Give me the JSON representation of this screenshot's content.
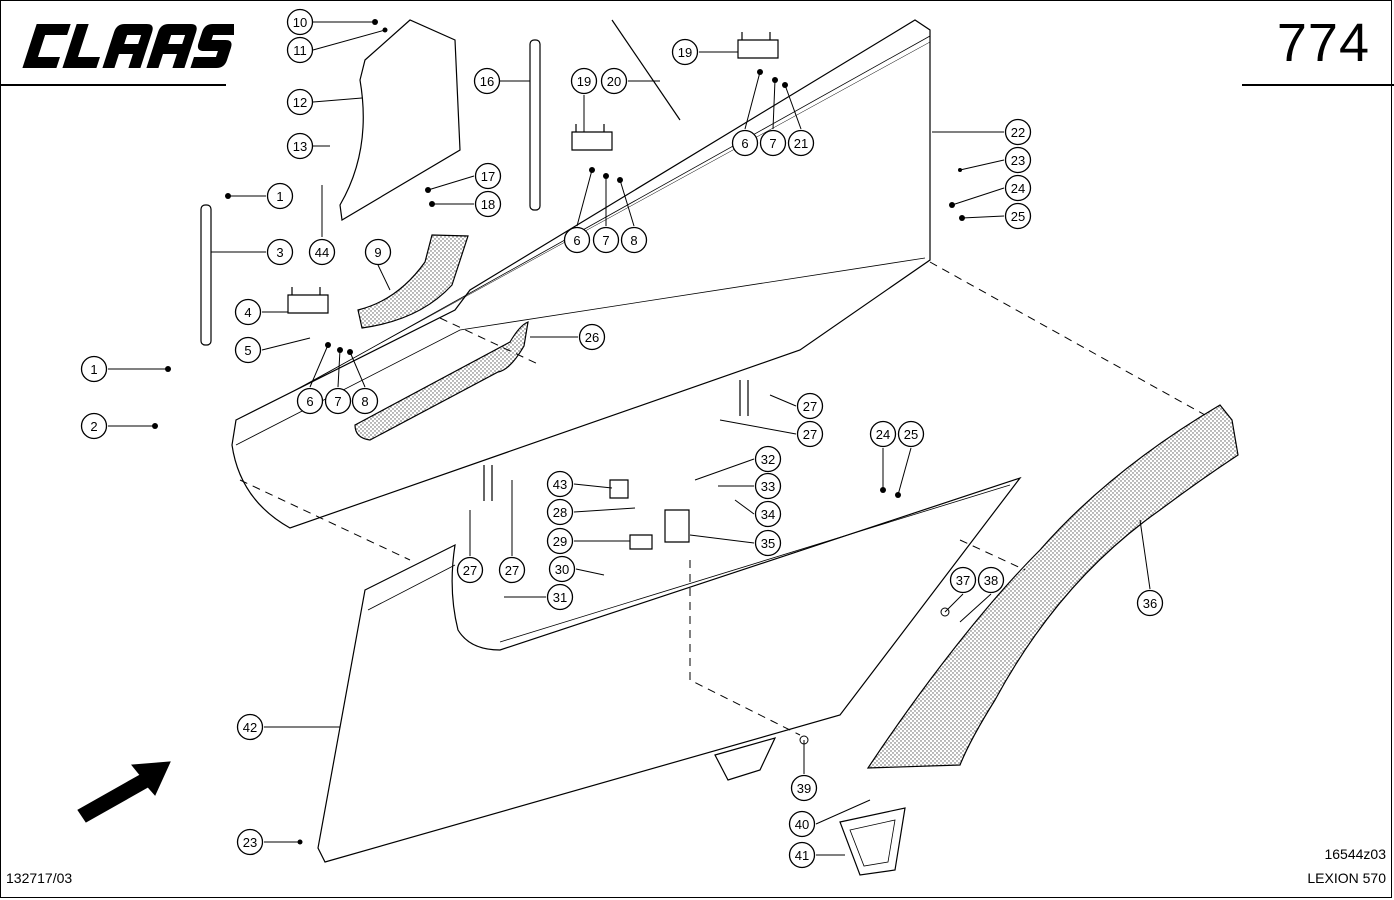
{
  "brand": "CLAAS",
  "page_number": "774",
  "drawing_id": "16544z03",
  "model": "LEXION 570",
  "document_number": "132717/03",
  "callouts": [
    {
      "id": "c10a",
      "label": "10"
    },
    {
      "id": "c11a",
      "label": "11"
    },
    {
      "id": "c12a",
      "label": "12"
    },
    {
      "id": "c13a",
      "label": "13"
    },
    {
      "id": "c1a",
      "label": "1"
    },
    {
      "id": "c3a",
      "label": "3"
    },
    {
      "id": "c44a",
      "label": "44"
    },
    {
      "id": "c17a",
      "label": "17"
    },
    {
      "id": "c18a",
      "label": "18"
    },
    {
      "id": "c16a",
      "label": "16"
    },
    {
      "id": "c19a",
      "label": "19"
    },
    {
      "id": "c20a",
      "label": "20"
    },
    {
      "id": "c19b",
      "label": "19"
    },
    {
      "id": "c6a",
      "label": "6"
    },
    {
      "id": "c7a",
      "label": "7"
    },
    {
      "id": "c21a",
      "label": "21"
    },
    {
      "id": "c6b",
      "label": "6"
    },
    {
      "id": "c7b",
      "label": "7"
    },
    {
      "id": "c8a",
      "label": "8"
    },
    {
      "id": "c22a",
      "label": "22"
    },
    {
      "id": "c23a",
      "label": "23"
    },
    {
      "id": "c24a",
      "label": "24"
    },
    {
      "id": "c25a",
      "label": "25"
    },
    {
      "id": "c9a",
      "label": "9"
    },
    {
      "id": "c4a",
      "label": "4"
    },
    {
      "id": "c5a",
      "label": "5"
    },
    {
      "id": "c1b",
      "label": "1"
    },
    {
      "id": "c26a",
      "label": "26"
    },
    {
      "id": "c6c",
      "label": "6"
    },
    {
      "id": "c7c",
      "label": "7"
    },
    {
      "id": "c8b",
      "label": "8"
    },
    {
      "id": "c2a",
      "label": "2"
    },
    {
      "id": "c27a",
      "label": "27"
    },
    {
      "id": "c27b",
      "label": "27"
    },
    {
      "id": "c24b",
      "label": "24"
    },
    {
      "id": "c25b",
      "label": "25"
    },
    {
      "id": "c32a",
      "label": "32"
    },
    {
      "id": "c43a",
      "label": "43"
    },
    {
      "id": "c33a",
      "label": "33"
    },
    {
      "id": "c28a",
      "label": "28"
    },
    {
      "id": "c34a",
      "label": "34"
    },
    {
      "id": "c29a",
      "label": "29"
    },
    {
      "id": "c35a",
      "label": "35"
    },
    {
      "id": "c27c",
      "label": "27"
    },
    {
      "id": "c27d",
      "label": "27"
    },
    {
      "id": "c30a",
      "label": "30"
    },
    {
      "id": "c37a",
      "label": "37"
    },
    {
      "id": "c38a",
      "label": "38"
    },
    {
      "id": "c31a",
      "label": "31"
    },
    {
      "id": "c36a",
      "label": "36"
    },
    {
      "id": "c42a",
      "label": "42"
    },
    {
      "id": "c39a",
      "label": "39"
    },
    {
      "id": "c40a",
      "label": "40"
    },
    {
      "id": "c23b",
      "label": "23"
    },
    {
      "id": "c41a",
      "label": "41"
    }
  ]
}
